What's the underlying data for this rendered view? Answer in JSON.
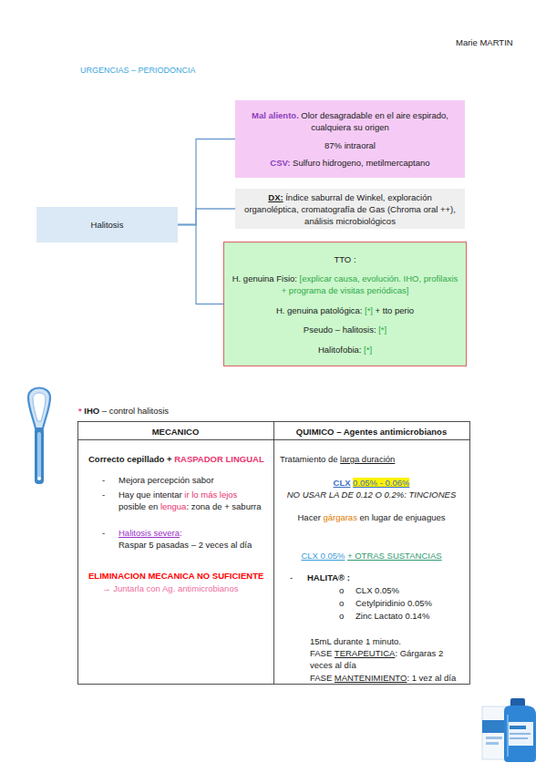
{
  "diagram": {
    "title": "URGENCIAS – PERIODONCIA",
    "nodes": [
      {
        "text": [
          "Halitosis"
        ]
      },
      {
        "text": [
          "Mal aliento.",
          "Olor desagradable en el aire espirado, cualquiera su origen",
          "87% intraoral",
          "CSV:",
          "Sulfuro hidrogeno, metilmercaptano"
        ]
      },
      {
        "text": [
          "DX:",
          "Índice saburral de Winkel, exploración organoléptica, cromatografía de Gas (Chroma oral ++), análisis microbiológicos"
        ]
      },
      {
        "text": [
          "TTO :",
          "H. genuina Fisio:",
          "[explicar causa, evolución. IHO, profilaxis + programa de visitas periódicas]",
          "H. genuina patológica:",
          "[*]",
          "+ tto perio",
          "Pseudo – halitosis:",
          "[*]",
          "Halitofobia:",
          "[*]"
        ]
      }
    ],
    "edges": [
      {
        "from": 0,
        "to": 1,
        "arrow": "none"
      },
      {
        "from": 0,
        "to": 2,
        "arrow": "none"
      },
      {
        "from": 0,
        "to": 3,
        "arrow": "none"
      }
    ],
    "labels": [
      "Marie MARTIN",
      "*",
      "IHO",
      "– control halitosis",
      "MECANICO",
      "QUIMICO – Agentes antimicrobianos",
      "Correcto cepillado +",
      "RASPADOR LINGUAL",
      "-",
      "Mejora percepción sabor",
      "-",
      "Hay que intentar",
      "ir lo más lejos",
      "posible en",
      "lengua",
      ": zona de + saburra",
      "-",
      "Halitosis severa",
      ":",
      "Raspar 5 pasadas – 2 veces al día",
      "ELIMINACION MECANICA NO SUFICIENTE",
      "→ Juntarla con Ag. antimicrobianos",
      "Tratamiento de",
      "larga duración",
      "CLX",
      "0.05% - 0.06%",
      "NO USAR LA DE 0.12 O 0.2%: TINCIONES",
      "Hacer",
      "gárgaras",
      "en lugar de enjuagues",
      "CLX 0.05%",
      "+ OTRAS SUSTANCIAS",
      "-",
      "HALITA® :",
      "o",
      "CLX 0.05%",
      "o",
      "Cetylpiridinio 0.05%",
      "o",
      "Zinc Lactato 0.14%",
      "15mL durante 1 minuto.",
      "FASE",
      "TERAPEUTICA",
      ": Gárgaras 2 veces al día",
      "FASE",
      "MANTENIMIENTO",
      ": 1 vez al día"
    ]
  }
}
